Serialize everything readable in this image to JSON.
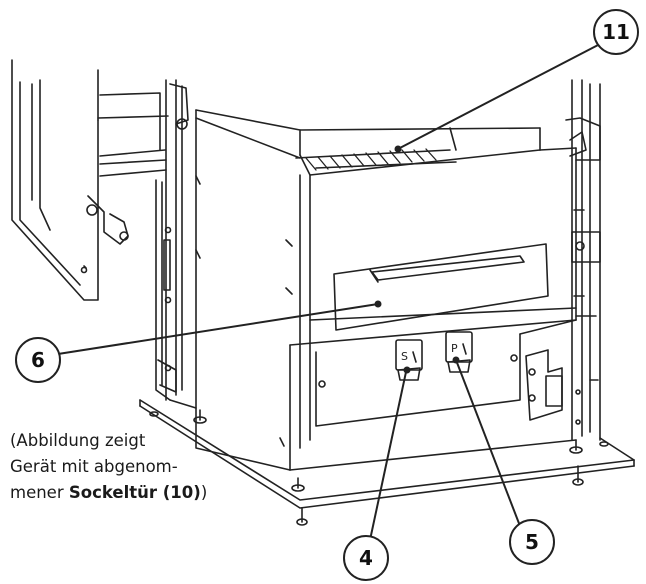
{
  "callouts": [
    {
      "id": "11",
      "label": "11"
    },
    {
      "id": "6",
      "label": "6"
    },
    {
      "id": "4",
      "label": "4"
    },
    {
      "id": "5",
      "label": "5"
    }
  ],
  "caption": {
    "line1": "(Abbildung zeigt",
    "line2": "Gerät mit abgenom-",
    "line3_prefix": "mener ",
    "line3_bold": "Sockeltür (10)",
    "line3_suffix": ")"
  },
  "colors": {
    "line": "#222222",
    "light_line": "#555555",
    "background": "#ffffff"
  }
}
